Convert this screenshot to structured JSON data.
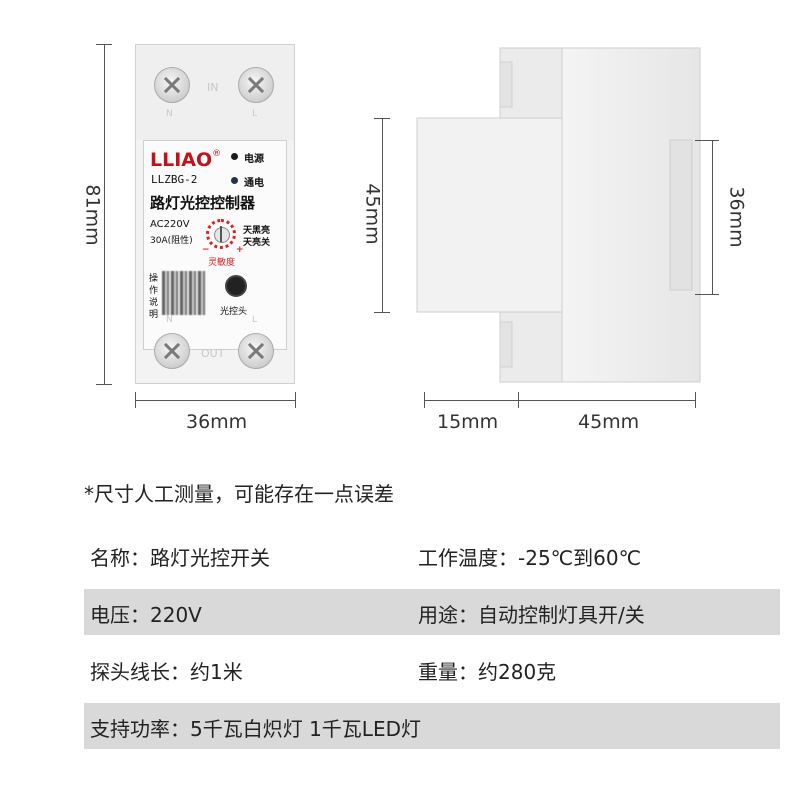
{
  "front_view": {
    "brand": "LLIAO",
    "registered_mark": "®",
    "model": "LLZBG-2",
    "product_name": "路灯光控控制器",
    "voltage": "AC220V",
    "current": "30A(阻性)",
    "indicator_power": "电源",
    "indicator_on": "通电",
    "dial_dark_on": "天黑亮",
    "dial_bright_off": "天亮关",
    "dial_label": "灵敏度",
    "dial_minus": "−",
    "dial_plus": "+",
    "manual_label_1": "操",
    "manual_label_2": "作",
    "manual_label_3": "说",
    "manual_label_4": "明",
    "sensor_label": "光控头",
    "top_terminals_label": "IN",
    "top_terminal_n": "N",
    "top_terminal_l": "L",
    "bottom_terminals_label": "OUT",
    "bottom_terminal_n": "N",
    "bottom_terminal_l": "L",
    "height_dim": "81mm",
    "width_dim": "36mm"
  },
  "side_view": {
    "height_dim": "45mm",
    "rail_dim": "36mm",
    "depth_front_dim": "15mm",
    "depth_rear_dim": "45mm"
  },
  "note": "*尺寸人工测量，可能存在一点误差",
  "specs": [
    {
      "left": "名称：路灯光控开关",
      "right": "工作温度：-25℃到60℃",
      "shaded": false
    },
    {
      "left": "电压：220V",
      "right": "用途：自动控制灯具开/关",
      "shaded": true
    },
    {
      "left": "探头线长：约1米",
      "right": "重量：约280克",
      "shaded": false
    },
    {
      "left": "支持功率：5千瓦白炽灯 1千瓦LED灯",
      "right": "",
      "shaded": true
    }
  ],
  "colors": {
    "brand_red": "#c0121b",
    "dial_red": "#e02020",
    "row_shade": "#d9d9d9"
  }
}
